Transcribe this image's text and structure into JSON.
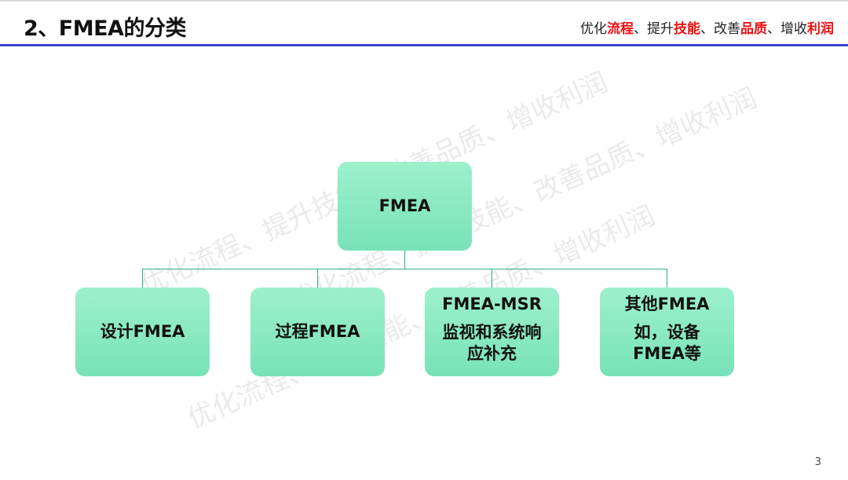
{
  "header": {
    "title": "2、FMEA的分类",
    "slogan": [
      {
        "text": "优化",
        "hl": false
      },
      {
        "text": "流程",
        "hl": true
      },
      {
        "text": "、提升",
        "hl": false
      },
      {
        "text": "技能",
        "hl": true
      },
      {
        "text": "、改善",
        "hl": false
      },
      {
        "text": "品质",
        "hl": true
      },
      {
        "text": "、增收",
        "hl": false
      },
      {
        "text": "利润",
        "hl": true
      }
    ]
  },
  "watermark": "优化流程、提升技能、改善品质、增收利润",
  "tree": {
    "root": "FMEA",
    "children": [
      {
        "lines": [
          "设计FMEA"
        ]
      },
      {
        "lines": [
          "过程FMEA"
        ]
      },
      {
        "lines": [
          "FMEA-MSR",
          "监视和系统响",
          "应补充"
        ]
      },
      {
        "lines": [
          "其他FMEA",
          "如，设备",
          "FMEA等"
        ]
      }
    ]
  },
  "page_number": "3",
  "colors": {
    "accent_rule": "#3b3fd0",
    "highlight": "#f01010",
    "box": "#8be9c4"
  }
}
